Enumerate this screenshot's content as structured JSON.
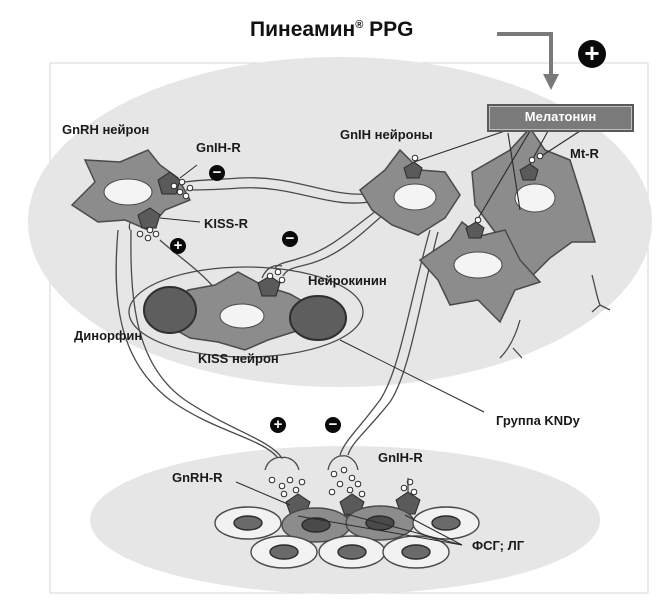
{
  "title": {
    "name": "Пинеамин",
    "mark": "®",
    "suffix": "PPG"
  },
  "labels": {
    "melatonin": "Мелатонин",
    "gnrh_neuron": "GnRH нейрон",
    "gnih_r_top": "GnIH-R",
    "gnih_neurons": "GnIH нейроны",
    "mt_r": "Mt-R",
    "kiss_r": "KISS-R",
    "neurokinin": "Нейрокинин",
    "dynorphin": "Динорфин",
    "kiss_neuron": "KISS нейрон",
    "kndy_group": "Группа KNDy",
    "gnrh_r": "GnRH-R",
    "gnih_r_bottom": "GnIH-R",
    "fsh_lh": "ФСГ; ЛГ"
  },
  "signs": {
    "title_plus": "+",
    "gnih_minus": "−",
    "kiss_plus": "+",
    "kndy_minus": "−",
    "pituitary_plus": "+",
    "pituitary_minus": "−"
  },
  "colors": {
    "ellipse_fill": "#e6e6e6",
    "neuron_fill": "#8c8c8c",
    "neuron_stroke": "#4a4a4a",
    "nucleus_fill": "#f4f4f4",
    "dark_nucleus": "#5e5e5e",
    "melatonin_box": "#7a7a7a",
    "arrow": "#7a7a7a"
  }
}
